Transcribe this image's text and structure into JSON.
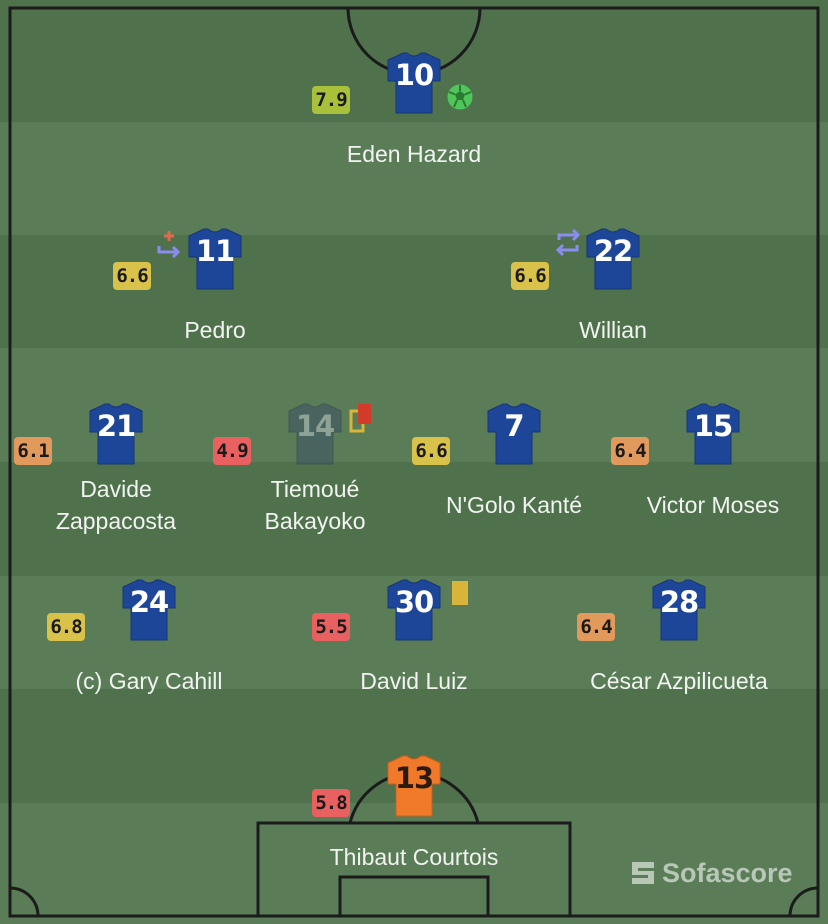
{
  "colors": {
    "home_shirt": "#1d4699",
    "gk_shirt": "#f07a2a",
    "rating_yellow_green": "#a9c03a",
    "rating_yellow": "#d8c24a",
    "rating_orange": "#e29a5c",
    "rating_red": "#e86060",
    "yellow_card": "#d8b43a",
    "red_card": "#d23a2a"
  },
  "players": [
    {
      "id": "hazard",
      "number": "10",
      "rating": "7.9",
      "name_lines": [
        "Eden Hazard"
      ],
      "events": [
        "goal"
      ]
    },
    {
      "id": "pedro",
      "number": "11",
      "rating": "6.6",
      "name_lines": [
        "Pedro"
      ],
      "events": [
        "substitution-with-injury"
      ]
    },
    {
      "id": "willian",
      "number": "22",
      "rating": "6.6",
      "name_lines": [
        "Willian"
      ],
      "events": [
        "substitution"
      ]
    },
    {
      "id": "zappacosta",
      "number": "21",
      "rating": "6.1",
      "name_lines": [
        "Davide",
        "Zappacosta"
      ],
      "events": []
    },
    {
      "id": "bakayoko",
      "number": "14",
      "rating": "4.9",
      "name_lines": [
        "Tiemoué",
        "Bakayoko"
      ],
      "events": [
        "second-yellow-red-card"
      ],
      "sent_off": true
    },
    {
      "id": "kante",
      "number": "7",
      "rating": "6.6",
      "name_lines": [
        "N'Golo Kanté"
      ],
      "events": []
    },
    {
      "id": "moses",
      "number": "15",
      "rating": "6.4",
      "name_lines": [
        "Victor Moses"
      ],
      "events": []
    },
    {
      "id": "cahill",
      "number": "24",
      "rating": "6.8",
      "name_lines": [
        "(c) Gary Cahill"
      ],
      "events": []
    },
    {
      "id": "luiz",
      "number": "30",
      "rating": "5.5",
      "name_lines": [
        "David Luiz"
      ],
      "events": [
        "yellow-card"
      ]
    },
    {
      "id": "azpilicueta",
      "number": "28",
      "rating": "6.4",
      "name_lines": [
        "César Azpilicueta"
      ],
      "events": []
    },
    {
      "id": "courtois",
      "number": "13",
      "rating": "5.8",
      "name_lines": [
        "Thibaut Courtois"
      ],
      "events": [],
      "goalkeeper": true
    }
  ],
  "brand": {
    "label": "Sofascore"
  }
}
